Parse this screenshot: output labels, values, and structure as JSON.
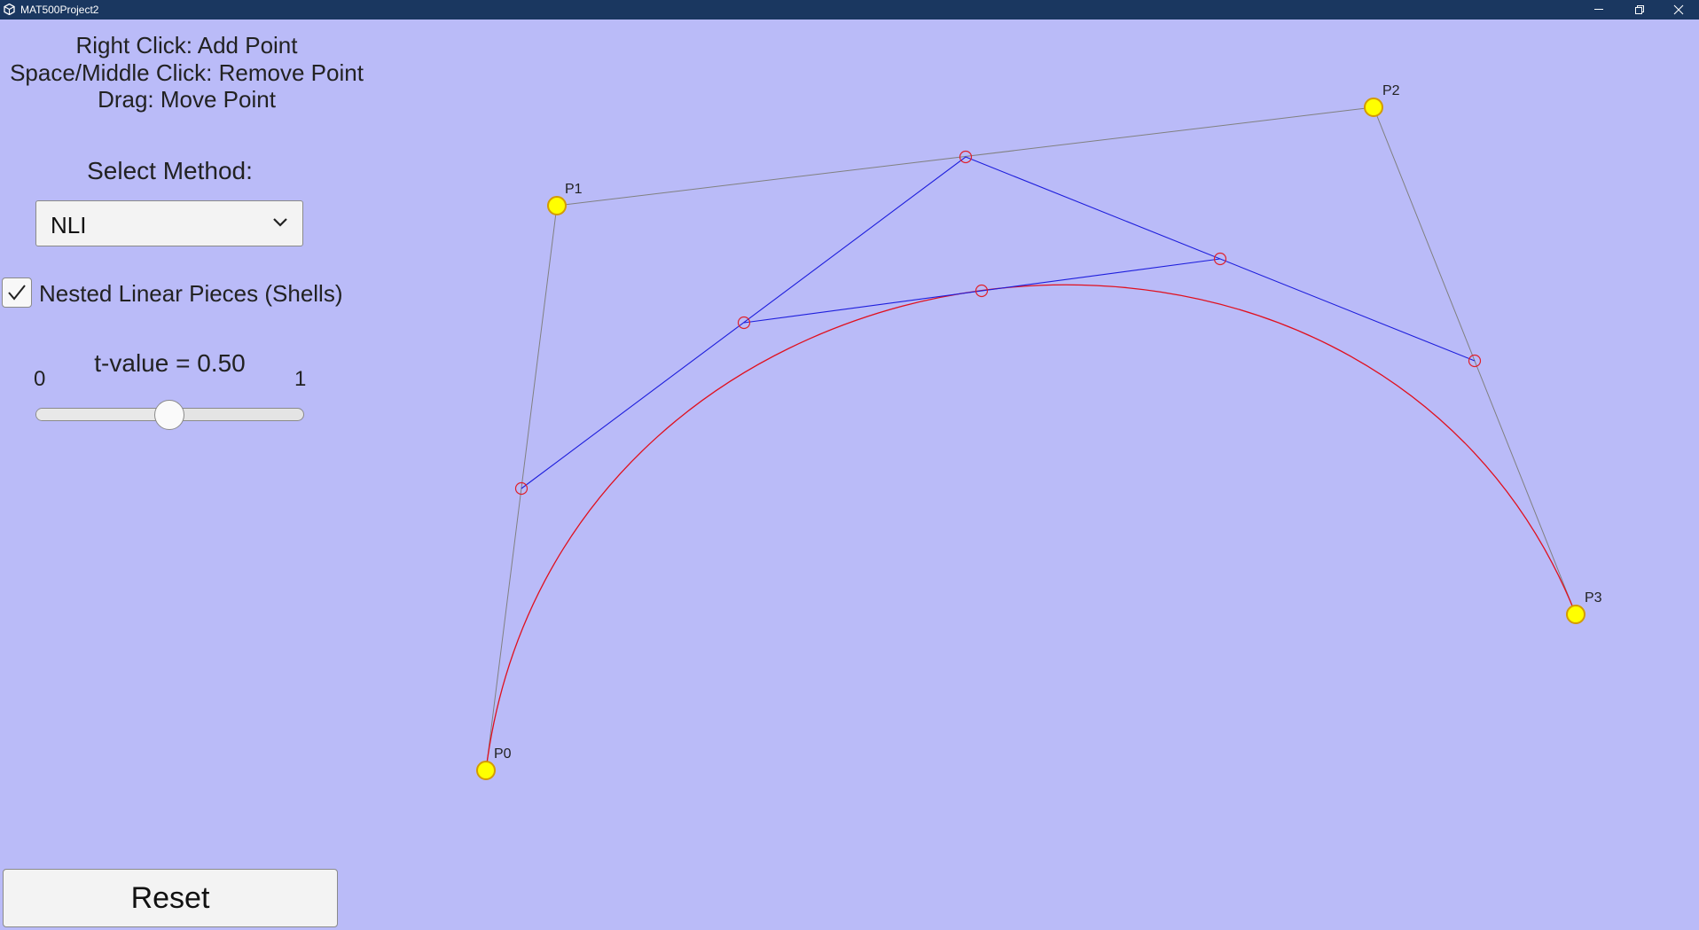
{
  "window": {
    "title": "MAT500Project2",
    "controls": [
      "minimize-icon",
      "restore-icon",
      "close-icon"
    ]
  },
  "instructions": {
    "line1": "Right Click: Add Point",
    "line2": "Space/Middle Click: Remove Point",
    "line3": "Drag: Move Point"
  },
  "method": {
    "label": "Select Method:",
    "selected": "NLI"
  },
  "shells": {
    "label": "Nested Linear Pieces (Shells)",
    "checked": true
  },
  "t_slider": {
    "label": "t-value = 0.50",
    "min_label": "0",
    "max_label": "1",
    "value": 0.5
  },
  "reset": {
    "label": "Reset"
  },
  "control_points": [
    {
      "name": "P0"
    },
    {
      "name": "P1"
    },
    {
      "name": "P2"
    },
    {
      "name": "P3"
    }
  ],
  "colors": {
    "background": "#babbf8",
    "titlebar": "#1a3760",
    "control_polygon": "#808080",
    "shell_lines": "#1e1edc",
    "curve": "#e0101e",
    "control_point_fill": "#ffff00",
    "control_point_stroke": "#d49b00",
    "shell_point": "#e0202a"
  }
}
